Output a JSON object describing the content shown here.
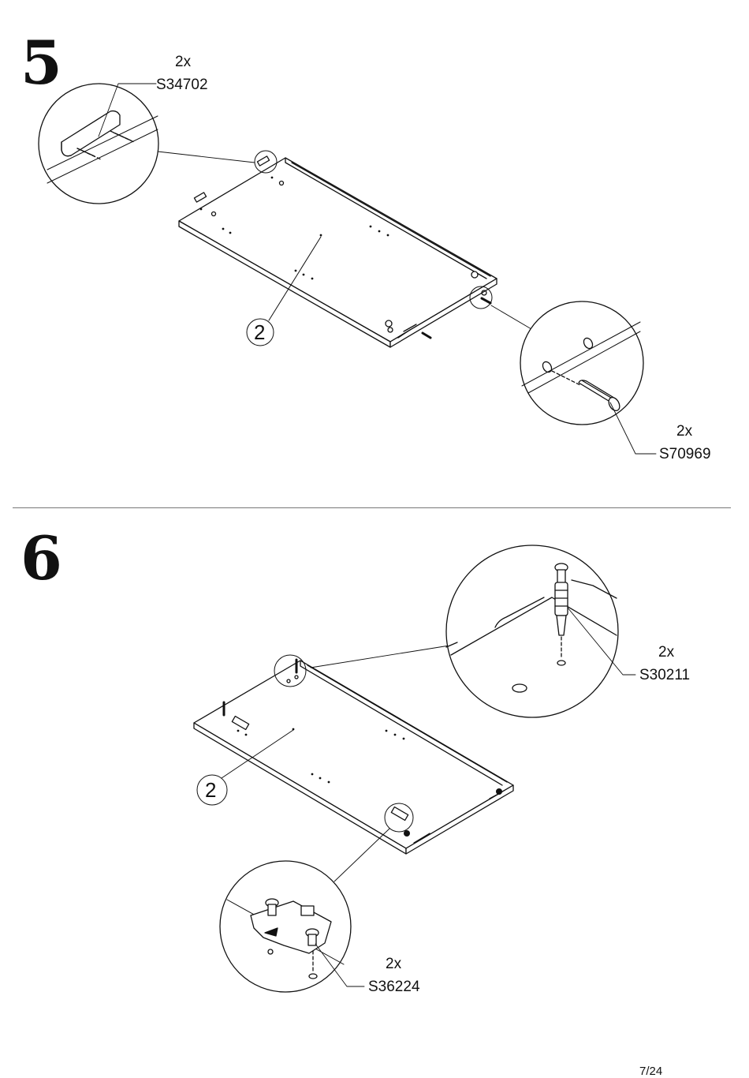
{
  "steps": [
    {
      "number": "5",
      "part_number": "2",
      "hardware": [
        {
          "qty": "2x",
          "code": "S34702",
          "icon": "felt-pad-with-nails-icon"
        },
        {
          "qty": "2x",
          "code": "S70969",
          "icon": "wooden-dowel-icon"
        }
      ]
    },
    {
      "number": "6",
      "part_number": "2",
      "hardware": [
        {
          "qty": "2x",
          "code": "S30211",
          "icon": "euro-screw-icon"
        },
        {
          "qty": "2x",
          "code": "S36224",
          "icon": "hinge-mounting-plate-icon"
        }
      ]
    }
  ],
  "footer": {
    "page": "7/24"
  }
}
